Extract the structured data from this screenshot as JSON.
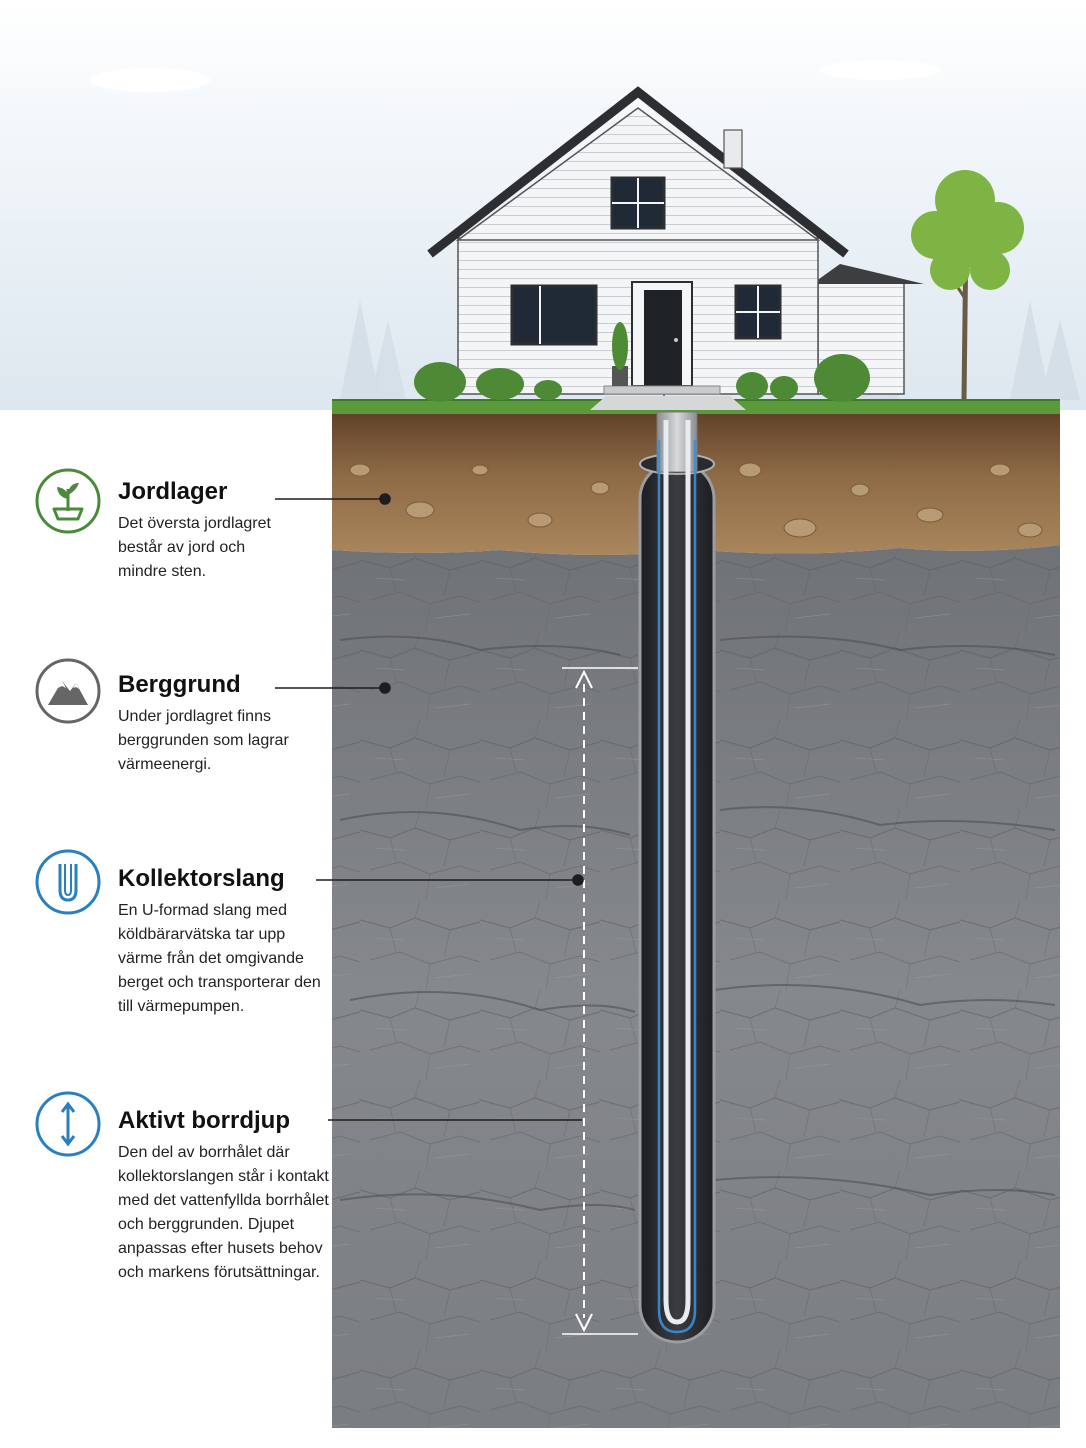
{
  "labels": [
    {
      "id": "jordlager",
      "title": "Jordlager",
      "text": "Det översta jordlagret består av jord och mindre sten.",
      "icon": "plant-soil-icon",
      "color": "#4a8a3a"
    },
    {
      "id": "berggrund",
      "title": "Berggrund",
      "text": "Under jordlagret finns berggrunden som lagrar värmeenergi.",
      "icon": "mountain-icon",
      "color": "#666666"
    },
    {
      "id": "kollektorslang",
      "title": "Kollektorslang",
      "text": "En U-formad slang med köldbärarvätska tar upp värme från det omgivande berget och transporterar den till värmepumpen.",
      "icon": "u-tube-icon",
      "color": "#2a7fc0"
    },
    {
      "id": "aktivt-borrdjup",
      "title": "Aktivt borrdjup",
      "text": "Den del av borrhålet där kollektorslangen står i kontakt med det vattenfyllda borrhålet och berggrunden. Djupet anpassas efter husets behov och markens förutsättningar.",
      "icon": "vertical-arrows-icon",
      "color": "#2a7fc0"
    }
  ],
  "colors": {
    "soil": "#8a6a48",
    "bedrock": "#7d7f82",
    "grass": "#5a9a3a",
    "pipe_blue": "#3a8fd8",
    "sky": "#e6eef5"
  }
}
